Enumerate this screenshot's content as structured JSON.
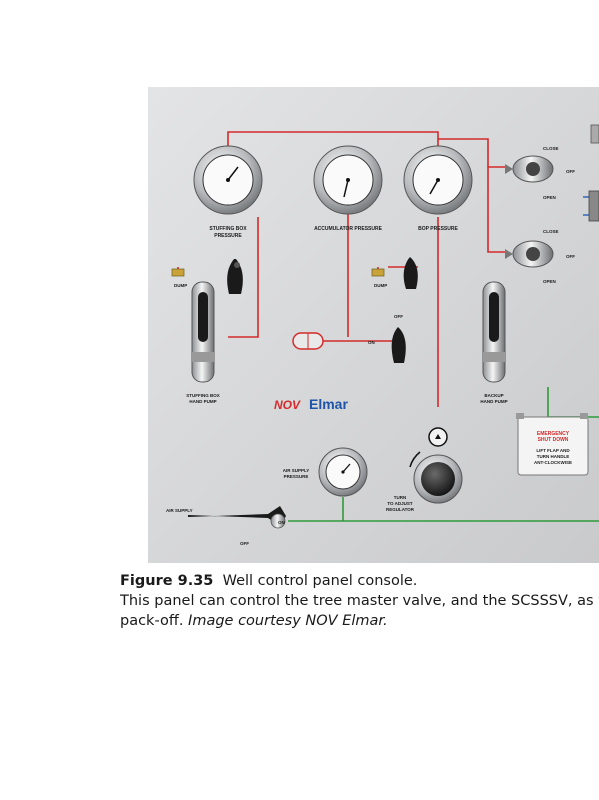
{
  "figure": {
    "panel": {
      "gauges": [
        {
          "label_line1": "STUFFING BOX",
          "label_line2": "PRESSURE"
        },
        {
          "label_line1": "ACCUMULATOR PRESSURE",
          "label_line2": ""
        },
        {
          "label_line1": "BOP PRESSURE",
          "label_line2": ""
        },
        {
          "label_line1": "AIR SUPPLY",
          "label_line2": "PRESSURE"
        }
      ],
      "valve_labels": {
        "close_1": "CLOSE",
        "off_1": "OFF",
        "open_1": "OPEN",
        "close_2": "CLOSE",
        "off_2": "OFF",
        "open_2": "OPEN",
        "dump_left": "DUMP",
        "dump_mid": "DUMP",
        "off_mid": "OFF",
        "on_mid": "ON",
        "on_air": "ON",
        "off_air": "OFF",
        "air_supply": "AIR SUPPLY"
      },
      "pumps": [
        {
          "line1": "STUFFING BOX",
          "line2": "HAND PUMP"
        },
        {
          "line1": "BACKUP",
          "line2": "HAND PUMP"
        }
      ],
      "regulator": {
        "line1": "TURN",
        "line2": "TO ADJUST",
        "line3": "REGULATOR"
      },
      "logo": {
        "mark": "NOV",
        "name": "Elmar"
      },
      "emergency": {
        "line1": "EMERGENCY",
        "line2": "SHUT DOWN",
        "line3": "LIFT FLAP AND",
        "line4": "TURN HANDLE",
        "line5": "ANT-CLOCKWISE"
      },
      "colors": {
        "panel": "#d3d4d6",
        "red_line": "#d42a2a",
        "green_line": "#2f9a3a",
        "blue_line": "#3a6fc4",
        "logo_red": "#d42a2a",
        "logo_blue": "#1f55a8"
      }
    }
  },
  "caption": {
    "figure_number": "Figure 9.35",
    "title": "Well control panel console.",
    "body_line1": "This panel can control the tree master valve, and the SCSSSV, as w",
    "body_line2_text": "pack-off.",
    "credit": "Image courtesy NOV Elmar."
  }
}
